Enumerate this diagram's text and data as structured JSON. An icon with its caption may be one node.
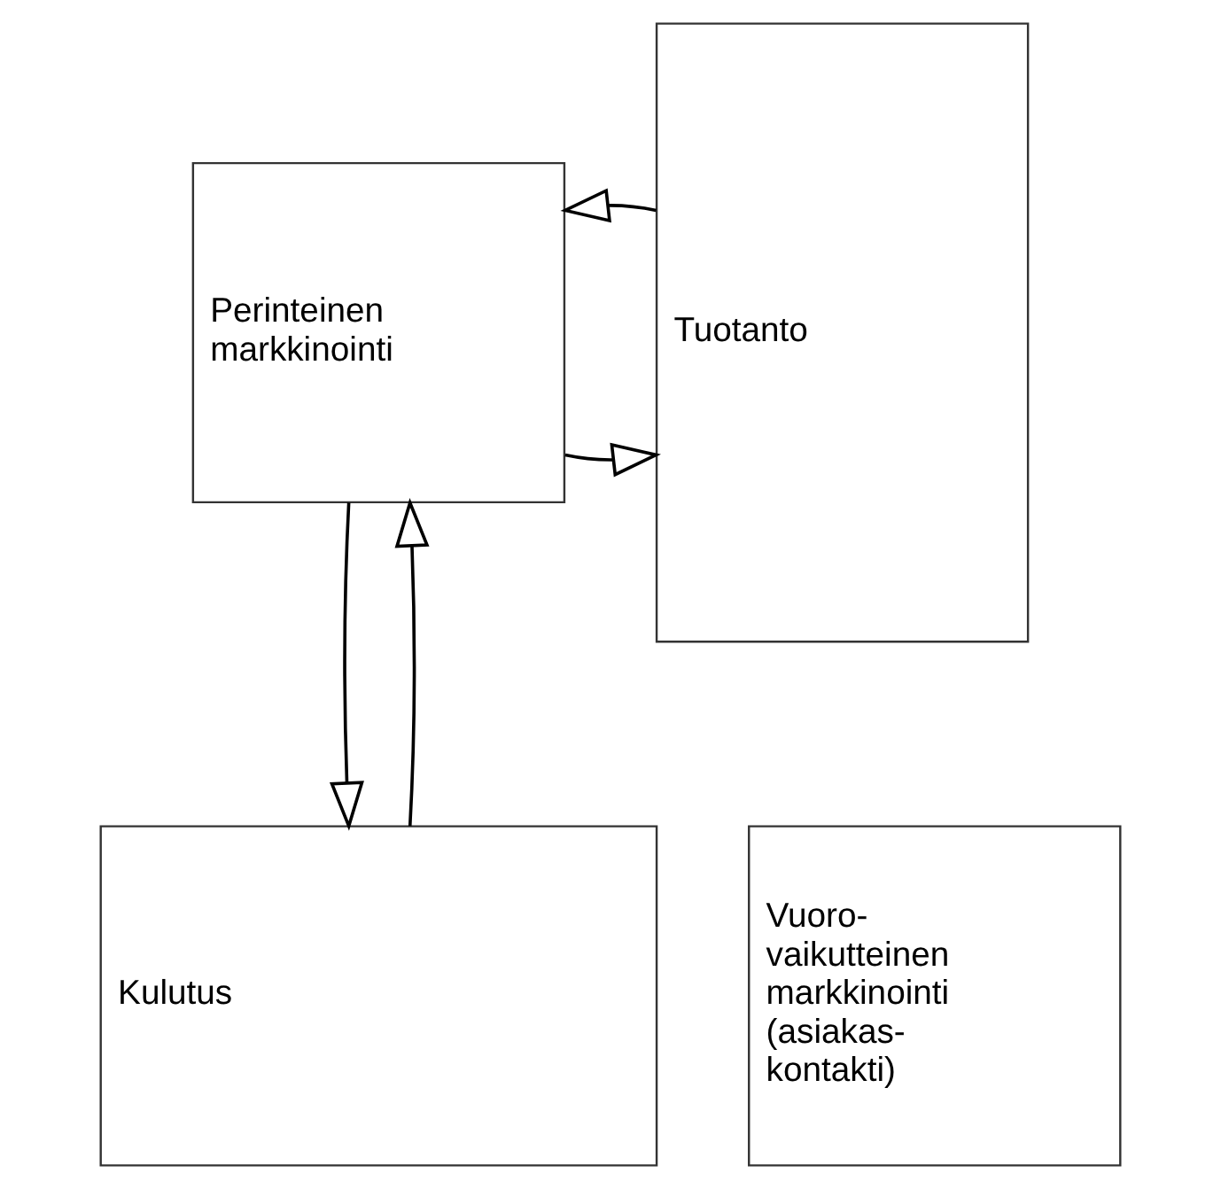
{
  "diagram": {
    "nodes": [
      {
        "text": [
          "Perinteinen markkinointi"
        ]
      },
      {
        "text": [
          "Tuotanto"
        ]
      },
      {
        "text": [
          "Kulutus"
        ]
      },
      {
        "text": [
          "Vuoro- vaikutteinen markkinointi (asiakas- kontakti)"
        ]
      }
    ],
    "edges": [
      {
        "from": 0,
        "to": 1,
        "arrow": "to"
      },
      {
        "from": 1,
        "to": 0,
        "arrow": "to"
      },
      {
        "from": 0,
        "to": 2,
        "arrow": "to"
      },
      {
        "from": 2,
        "to": 0,
        "arrow": "to"
      }
    ]
  }
}
